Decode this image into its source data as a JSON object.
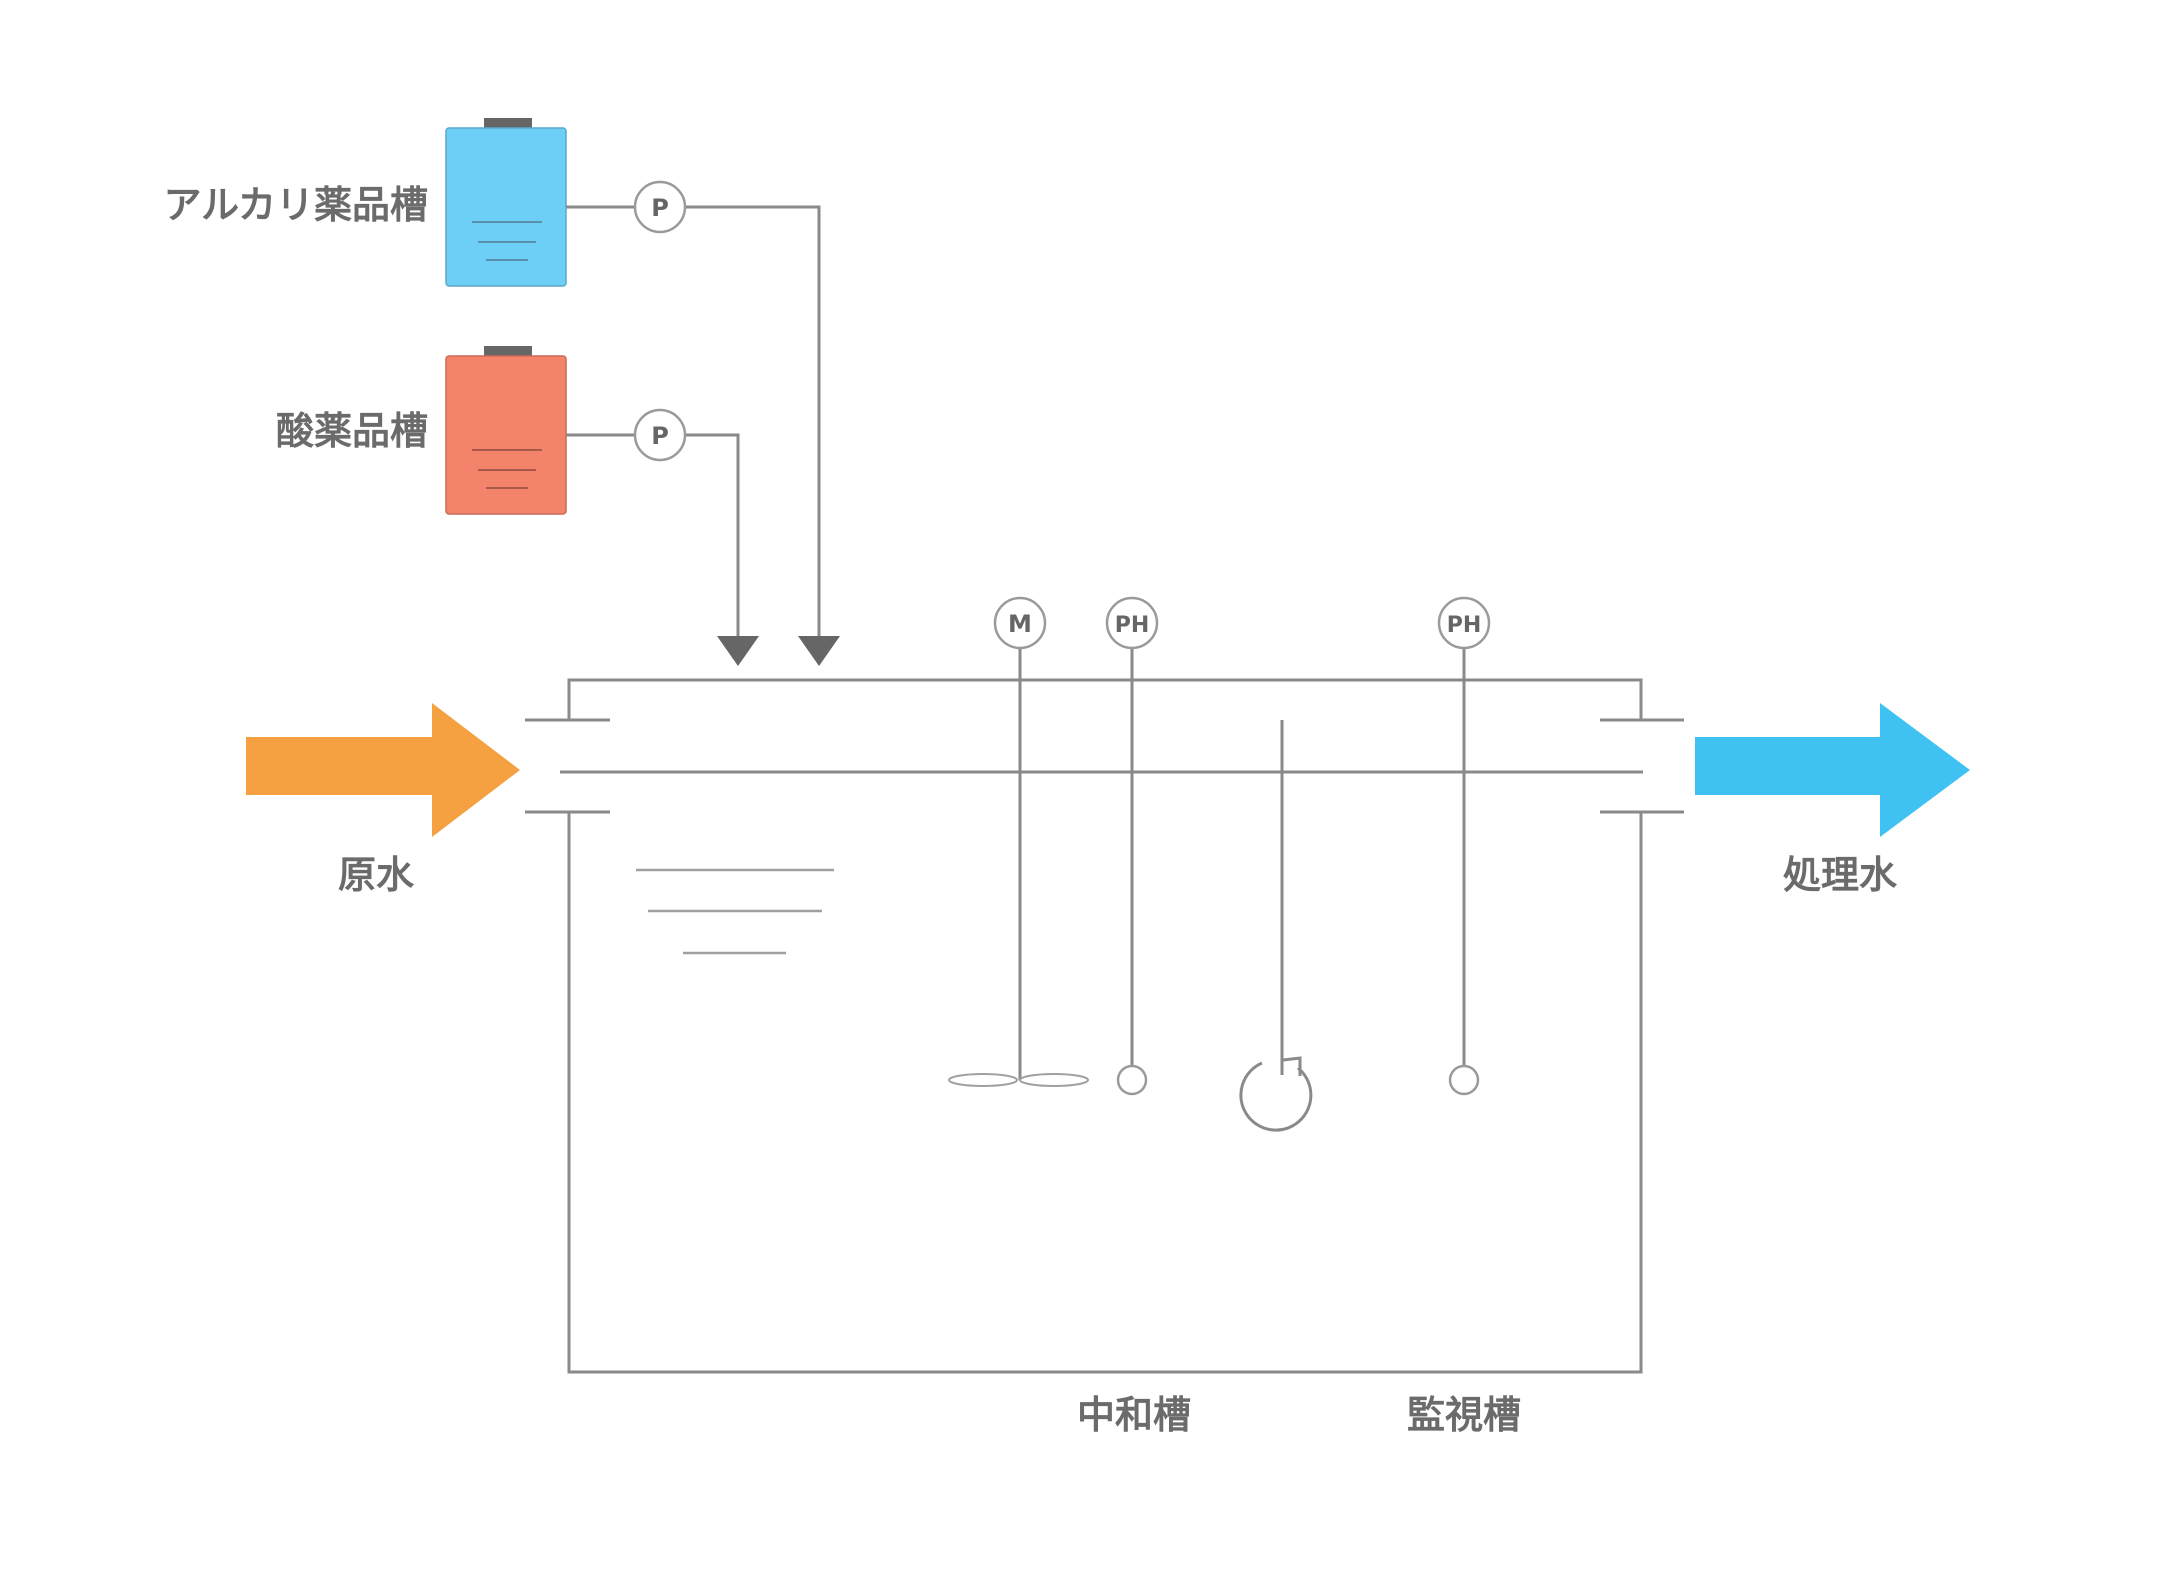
{
  "labels": {
    "alkali_tank": "アルカリ薬品槽",
    "acid_tank": "酸薬品槽",
    "raw_water": "原水",
    "treated_water": "処理水",
    "neutralization_tank": "中和槽",
    "monitoring_tank": "監視槽"
  },
  "badges": {
    "pump": "P",
    "motor": "M",
    "ph": "PH"
  },
  "colors": {
    "alkali_tank": "#6ecff6",
    "acid_tank": "#f4836b",
    "raw_water_arrow": "#f5a142",
    "treated_water_arrow": "#3fc1f2",
    "line": "#8a8a8a",
    "text": "#6b6b6b"
  }
}
